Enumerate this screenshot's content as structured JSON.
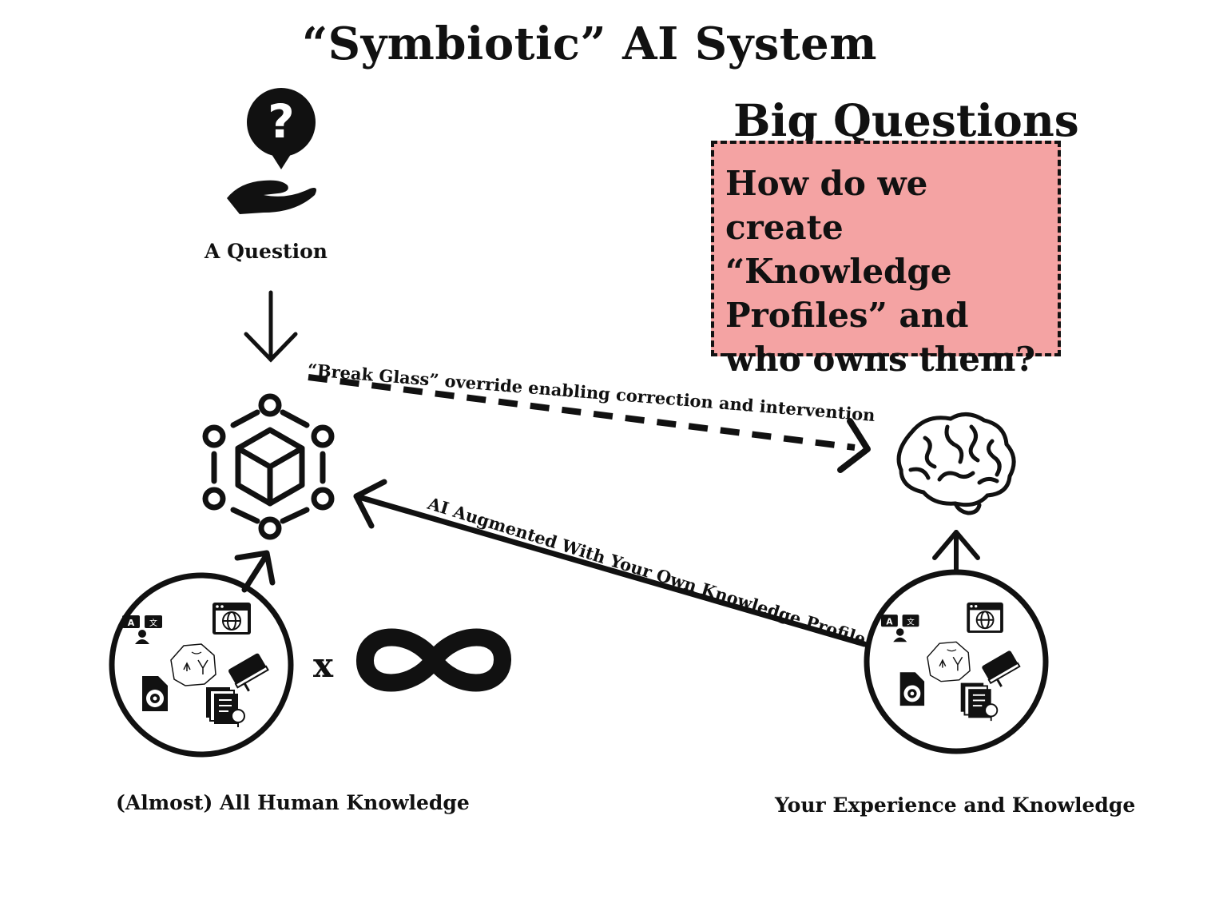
{
  "title": "“Symbiotic” AI System",
  "big_questions": {
    "heading": "Big Questions",
    "text": "How do we create “Knowledge Profiles” and who owns them?",
    "background_color": "#f4a3a3"
  },
  "question_label": "A Question",
  "arrows": {
    "break_glass": "“Break Glass” override enabling correction and intervention",
    "augmented": "AI Augmented With Your Own Knowledge Profile"
  },
  "left_knowledge": {
    "label": "(Almost) All Human Knowledge",
    "multiplier": "x",
    "multiplier_icon": "infinity-icon"
  },
  "right_knowledge": {
    "label": "Your Experience and Knowledge"
  },
  "icons": {
    "question": "question-hand-icon",
    "ai_system": "ai-network-cube-icon",
    "brain": "brain-icon",
    "knowledge_set": [
      "translation-icon",
      "globe-browser-icon",
      "cave-painting-icon",
      "book-icon",
      "disc-document-icon",
      "document-stack-icon"
    ]
  }
}
